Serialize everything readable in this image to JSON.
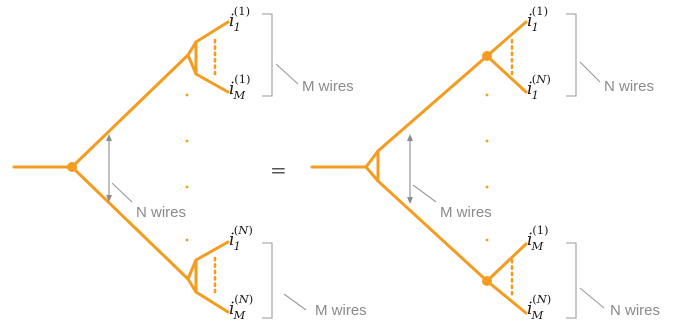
{
  "equals_sign": "=",
  "left": {
    "top_group": {
      "labels": [
        {
          "base": "i",
          "sub": "1",
          "sup": "1"
        },
        {
          "base": "i",
          "sub": "M",
          "sup": "1"
        }
      ],
      "bracket_label": "M wires"
    },
    "bottom_group": {
      "labels": [
        {
          "base": "i",
          "sub": "1",
          "sup": "N"
        },
        {
          "base": "i",
          "sub": "M",
          "sup": "N"
        }
      ],
      "bracket_label": "M wires"
    },
    "arrow_label": "N wires"
  },
  "right": {
    "top_group": {
      "labels": [
        {
          "base": "i",
          "sub": "1",
          "sup": "1"
        },
        {
          "base": "i",
          "sub": "1",
          "sup": "N"
        }
      ],
      "bracket_label": "N wires"
    },
    "bottom_group": {
      "labels": [
        {
          "base": "i",
          "sub": "M",
          "sup": "1"
        },
        {
          "base": "i",
          "sub": "M",
          "sup": "N"
        }
      ],
      "bracket_label": "N wires"
    },
    "arrow_label": "M wires"
  },
  "colors": {
    "wire": "#f39c1f",
    "annotation": "#9a9a9a",
    "text": "#1a1a1a"
  }
}
